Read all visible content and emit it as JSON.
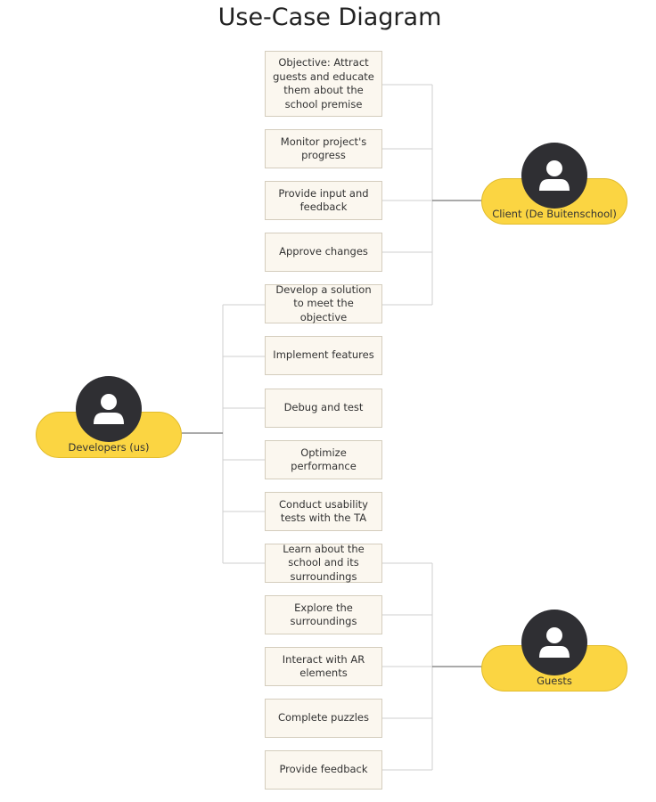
{
  "title": "Use-Case Diagram",
  "actors": {
    "client": {
      "label": "Client (De Buitenschool)"
    },
    "developers": {
      "label": "Developers (us)"
    },
    "guests": {
      "label": "Guests"
    }
  },
  "use_cases": [
    "Objective: Attract guests and educate them about the school premise",
    "Monitor project's progress",
    "Provide input and feedback",
    "Approve changes",
    "Develop a solution to meet the objective",
    "Implement features",
    "Debug and test",
    "Optimize performance",
    "Conduct usability tests with the TA",
    "Learn about the school and its surroundings",
    "Explore the surroundings",
    "Interact with AR elements",
    "Complete puzzles",
    "Provide feedback"
  ],
  "icons": {
    "actor": "user-icon"
  },
  "colors": {
    "pill": "#fbd542",
    "avatar": "#2f2f33",
    "box": "#fbf7ef",
    "line": "#cfcfcf"
  }
}
